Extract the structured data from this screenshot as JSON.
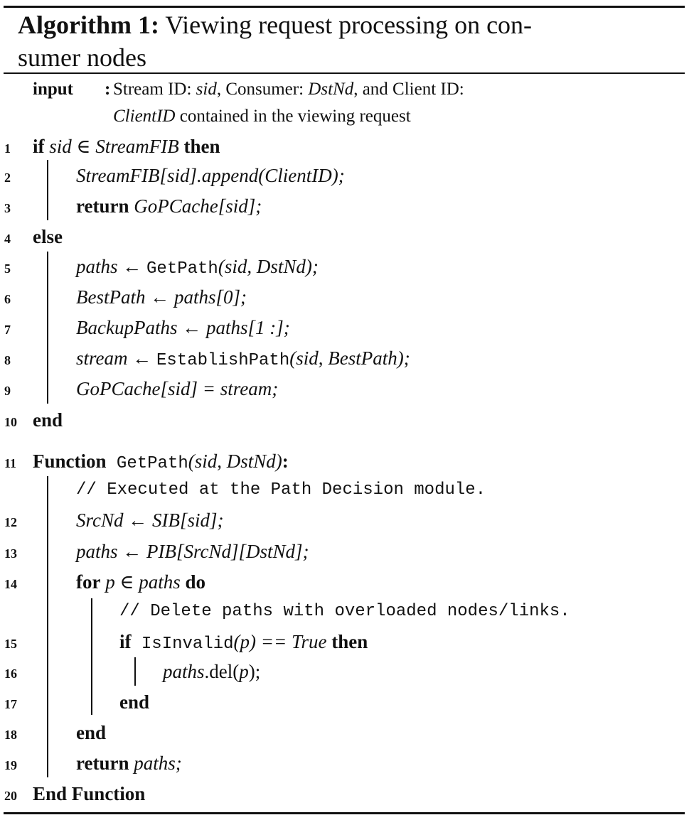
{
  "algorithm": {
    "title_label": "Algorithm 1:",
    "title_line1": "Viewing request processing on con-",
    "title_line2": "sumer nodes",
    "input_label": "input",
    "input_colon": ":",
    "input_line1": {
      "t1": "Stream ID: ",
      "sid": "sid",
      "t2": ", Consumer: ",
      "dst": "DstNd",
      "t3": ", and Client ID:"
    },
    "input_line2": {
      "cid": "ClientID",
      "t1": " contained in the viewing request"
    },
    "lines": {
      "l1": {
        "n": "1",
        "kw1": "if",
        "a": " sid ∈ StreamFIB ",
        "kw2": "then"
      },
      "l2": {
        "n": "2",
        "a": "StreamFIB[sid].append(ClientID);"
      },
      "l3": {
        "n": "3",
        "kw": "return",
        "a": " GoPCache[sid];"
      },
      "l4": {
        "n": "4",
        "kw": "else"
      },
      "l5": {
        "n": "5",
        "a": "paths ← ",
        "fn": "GetPath",
        "b": "(sid, DstNd);"
      },
      "l6": {
        "n": "6",
        "a": "BestPath ← paths[0];"
      },
      "l7": {
        "n": "7",
        "a": "BackupPaths ← paths[1 :];"
      },
      "l8": {
        "n": "8",
        "a": "stream ← ",
        "fn": "EstablishPath",
        "b": "(sid, BestPath);"
      },
      "l9": {
        "n": "9",
        "a": "GoPCache[sid] = stream;"
      },
      "l10": {
        "n": "10",
        "kw": "end"
      },
      "l11": {
        "n": "11",
        "kw": "Function",
        "fn": " GetPath",
        "b": "(sid, DstNd)",
        "c": ":"
      },
      "c1": {
        "a": "// Executed at the Path Decision module."
      },
      "l12": {
        "n": "12",
        "a": "SrcNd ← SIB[sid];"
      },
      "l13": {
        "n": "13",
        "a": "paths ← PIB[SrcNd][DstNd];"
      },
      "l14": {
        "n": "14",
        "kw1": "for",
        "a": " p ∈ paths ",
        "kw2": "do"
      },
      "c2": {
        "a": "// Delete paths with overloaded nodes/links."
      },
      "l15": {
        "n": "15",
        "kw1": "if",
        "fn": " IsInvalid",
        "a": "(p) == True ",
        "kw2": "then"
      },
      "l16": {
        "n": "16",
        "a": "paths",
        "b": ".del(",
        "c": "p",
        "d": ");"
      },
      "l17": {
        "n": "17",
        "kw": "end"
      },
      "l18": {
        "n": "18",
        "kw": "end"
      },
      "l19": {
        "n": "19",
        "kw": "return",
        "a": " paths;"
      },
      "l20": {
        "n": "20",
        "kw": "End Function"
      }
    }
  }
}
